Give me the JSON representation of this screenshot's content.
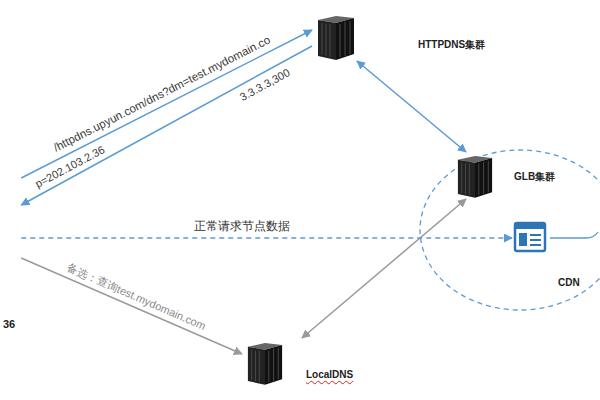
{
  "diagram": {
    "nodes": [
      {
        "text": [
          "36"
        ]
      },
      {
        "text": [
          "HTTPDNS集群"
        ]
      },
      {
        "text": [
          "GLB集群"
        ]
      },
      {
        "text": [
          "CDN"
        ]
      },
      {
        "text": [
          "LocalDNS"
        ]
      }
    ],
    "edges": [
      {
        "from": 0,
        "to": 1,
        "arrow": "to",
        "label": "/httpdns.upyun.com/dns?dm=test.mydomain.co"
      },
      {
        "from": 1,
        "to": 0,
        "arrow": "to",
        "label": "3.3.3.3,300"
      },
      {
        "from": 1,
        "to": 2,
        "arrow": "both"
      },
      {
        "from": 2,
        "to": 4,
        "arrow": "both"
      },
      {
        "from": 0,
        "to": 3,
        "arrow": "to",
        "label": "正常请求节点数据"
      },
      {
        "from": 0,
        "to": 4,
        "arrow": "to",
        "label": "备选：查询test.mydomain.com"
      }
    ],
    "labels": [
      "p=202.103.2.36"
    ]
  }
}
